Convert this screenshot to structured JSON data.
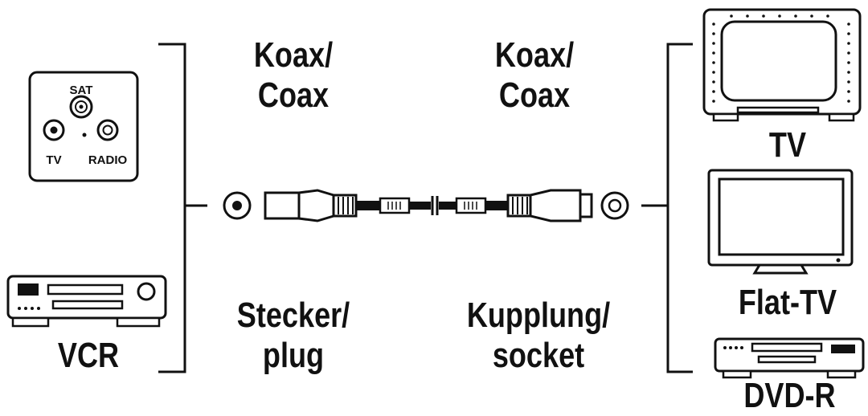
{
  "wall_socket": {
    "sat_label": "SAT",
    "tv_label": "TV",
    "radio_label": "RADIO"
  },
  "labels": {
    "left_connector_type": [
      "Koax/",
      "Coax"
    ],
    "right_connector_type": [
      "Koax/",
      "Coax"
    ],
    "left_connector_kind": [
      "Stecker/",
      "plug"
    ],
    "right_connector_kind": [
      "Kupplung/",
      "socket"
    ]
  },
  "devices": {
    "vcr": "VCR",
    "tv": "TV",
    "flat_tv": "Flat-TV",
    "dvd_r": "DVD-R"
  },
  "colors": {
    "ink": "#111111",
    "background": "#ffffff"
  }
}
